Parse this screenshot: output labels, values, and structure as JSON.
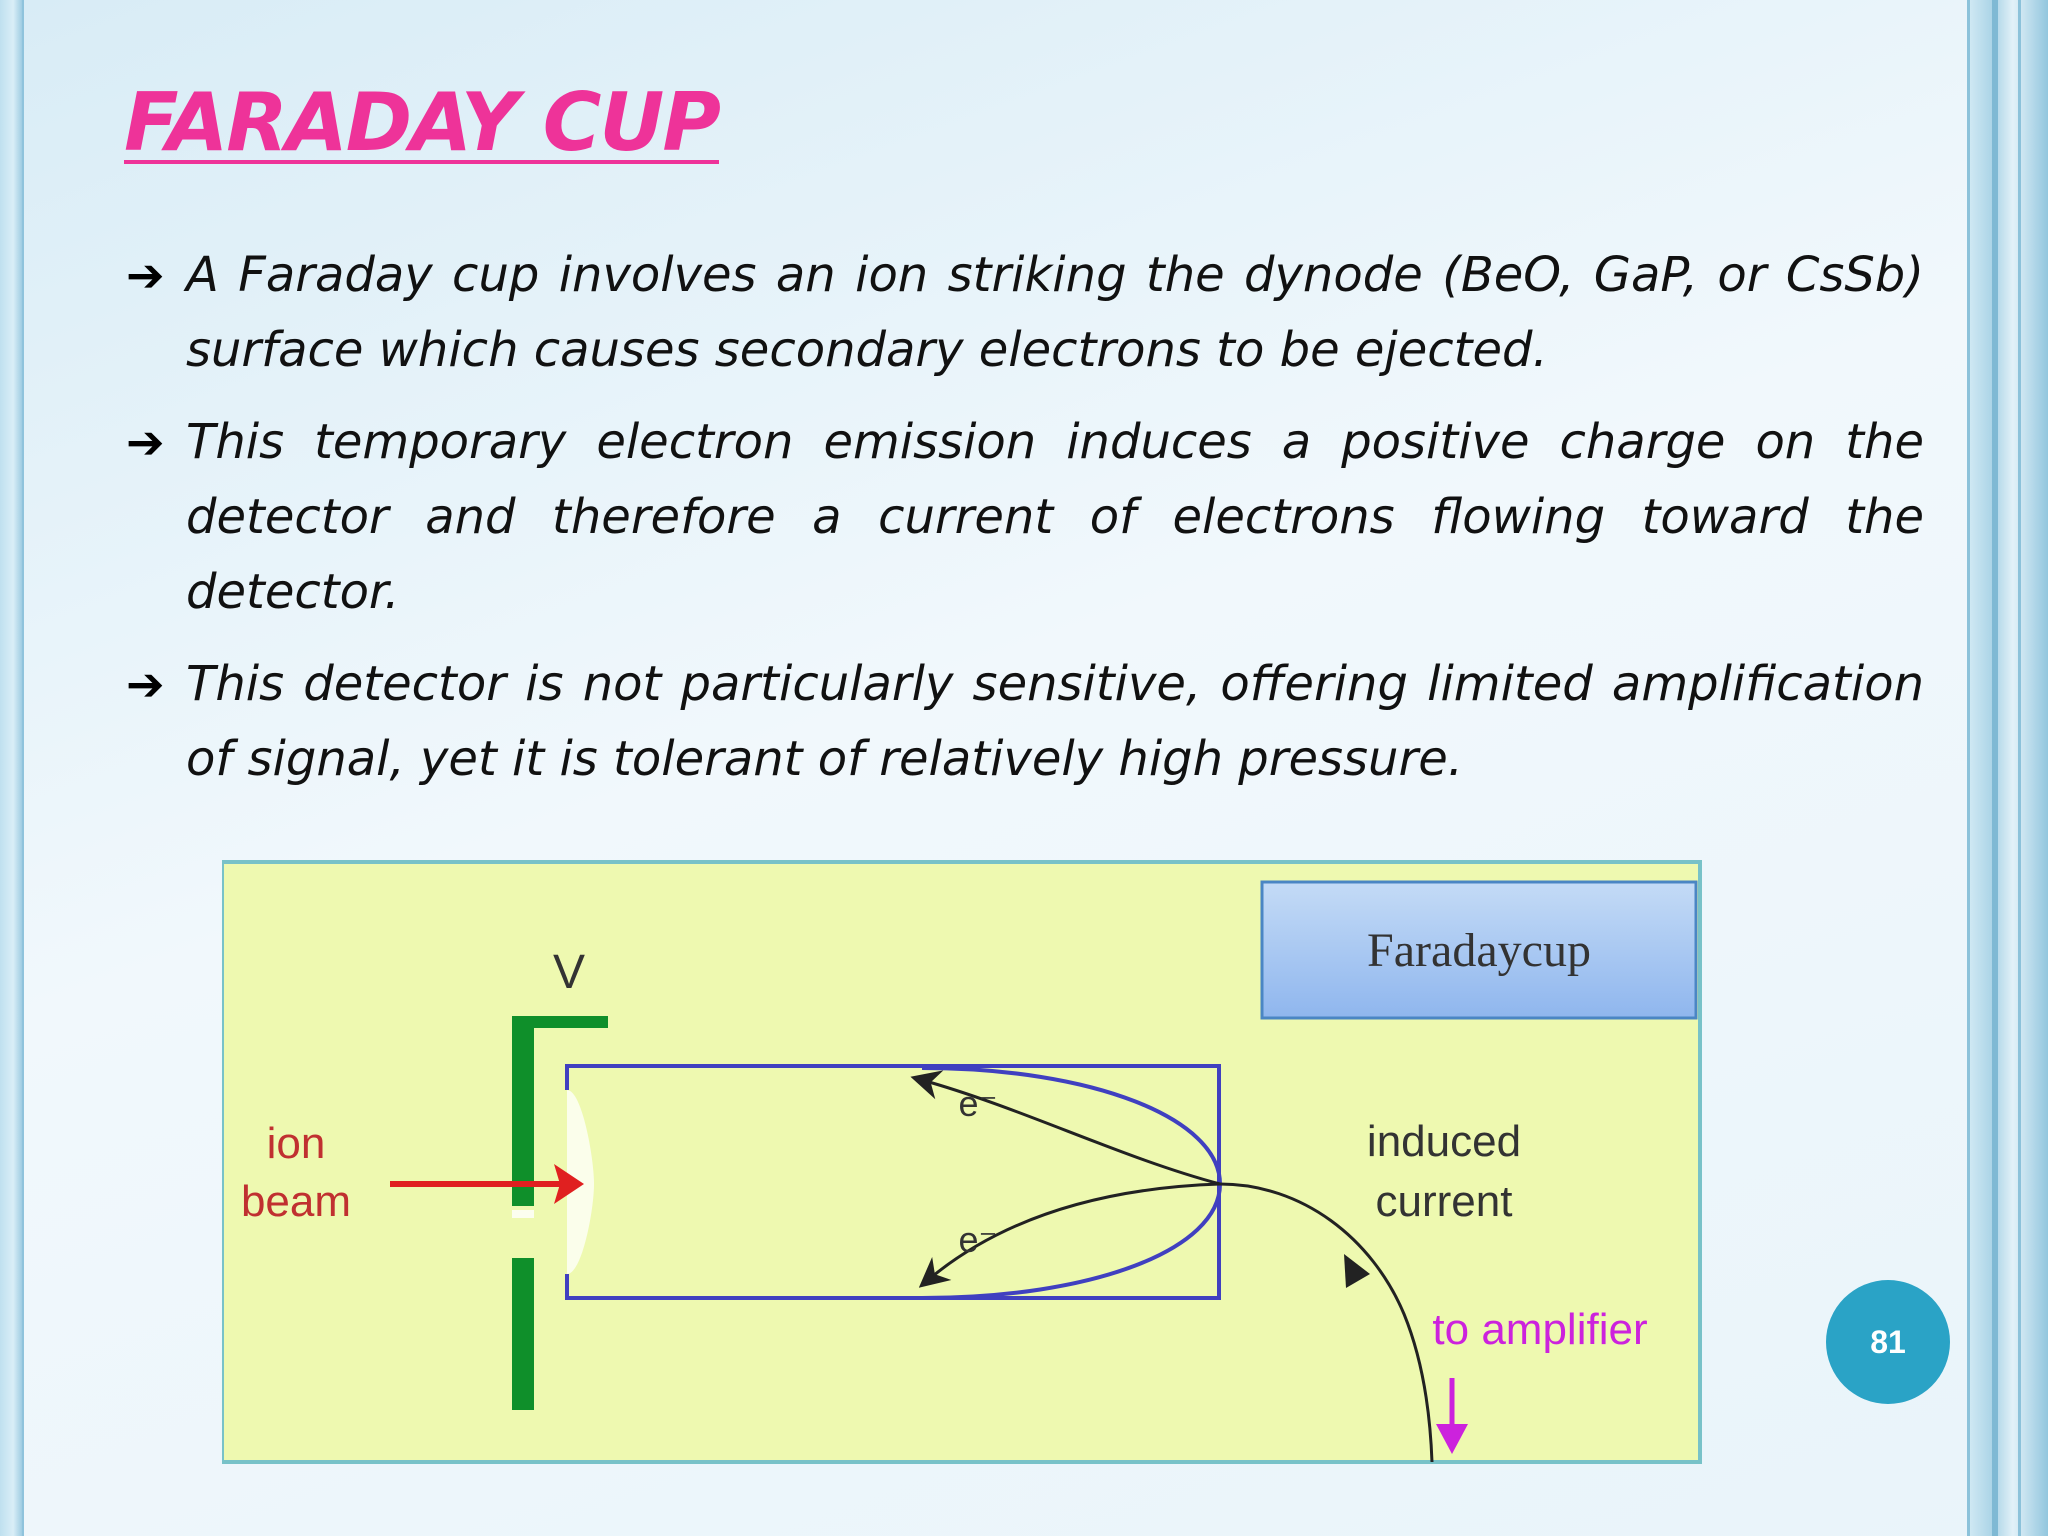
{
  "slide": {
    "title": "FARADAY CUP",
    "page_number": "81",
    "bullets": [
      {
        "text": "A Faraday cup involves an ion striking the dynode (BeO, GaP, or CsSb) surface which causes secondary electrons to be ejected."
      },
      {
        "text": "This temporary electron emission induces a positive charge on the detector and therefore a current of electrons flowing toward the detector."
      },
      {
        "text": "This detector is not particularly sensitive, offering limited amplification of signal, yet it is tolerant of relatively high pressure."
      }
    ]
  },
  "diagram": {
    "box_label": "Faradaycup",
    "voltage_label": "V",
    "ion_label_1": "ion",
    "ion_label_2": "beam",
    "electron_label_top": "e⁻",
    "electron_label_bottom": "e⁻",
    "induced_label_1": "induced",
    "induced_label_2": "current",
    "amplifier_label": "to amplifier"
  },
  "colors": {
    "title": "#ee3399",
    "badge": "#2aa3c6",
    "diagram_bg": "#eef9b0",
    "cup_outline": "#4040c0",
    "plate": "#0f8f2a",
    "ion_arrow": "#e02020",
    "amplifier": "#cc22dd"
  },
  "icons": {
    "bullet": "right-arrow-icon"
  }
}
